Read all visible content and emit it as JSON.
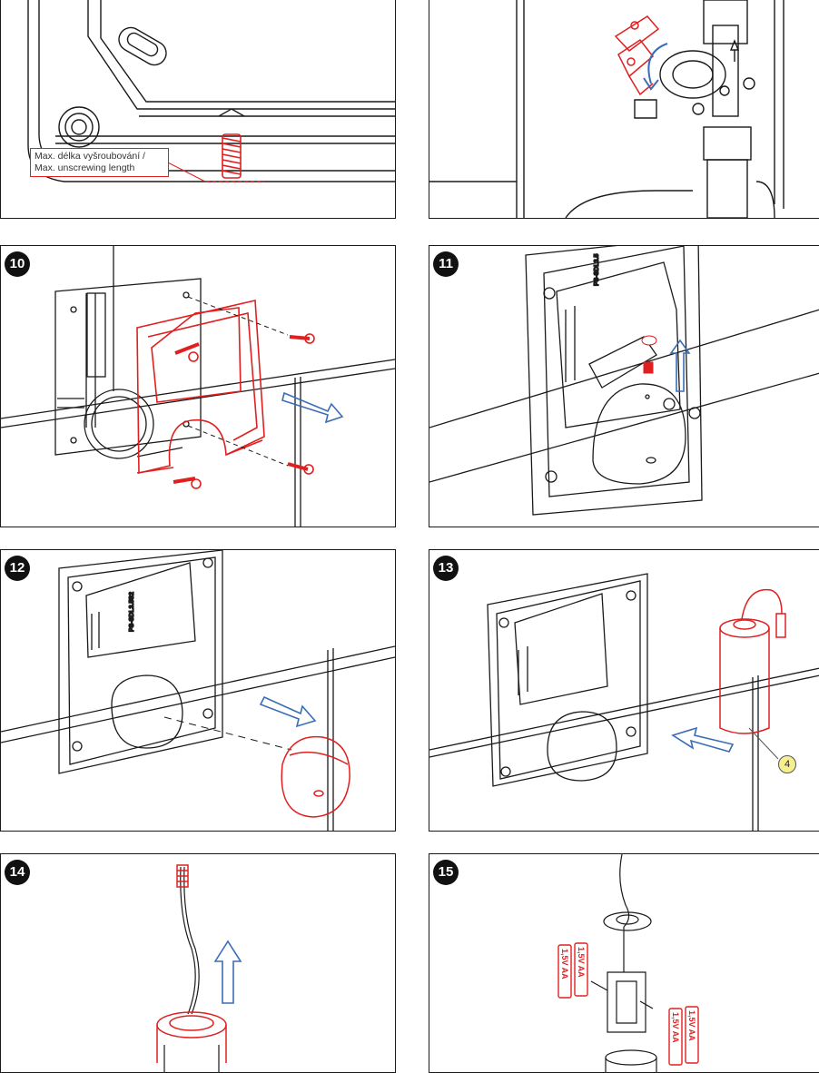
{
  "panels": [
    {
      "step": "",
      "note_line1": "Max. délka vyšroubování /",
      "note_line2": "Max. unscrewing length"
    },
    {
      "step": ""
    },
    {
      "step": "10"
    },
    {
      "step": "11",
      "label_vertical": "PS-SDL3.5"
    },
    {
      "step": "12",
      "label_vertical": "PS-SDL3.5S2"
    },
    {
      "step": "13",
      "callout": "4"
    },
    {
      "step": "14"
    },
    {
      "step": "15",
      "battery_label": "1,5V AA"
    }
  ],
  "colors": {
    "highlight": "#e02020",
    "arrow": "#3a6db5",
    "line": "#1a1a1a",
    "callout_fill": "#f6ef8e"
  }
}
